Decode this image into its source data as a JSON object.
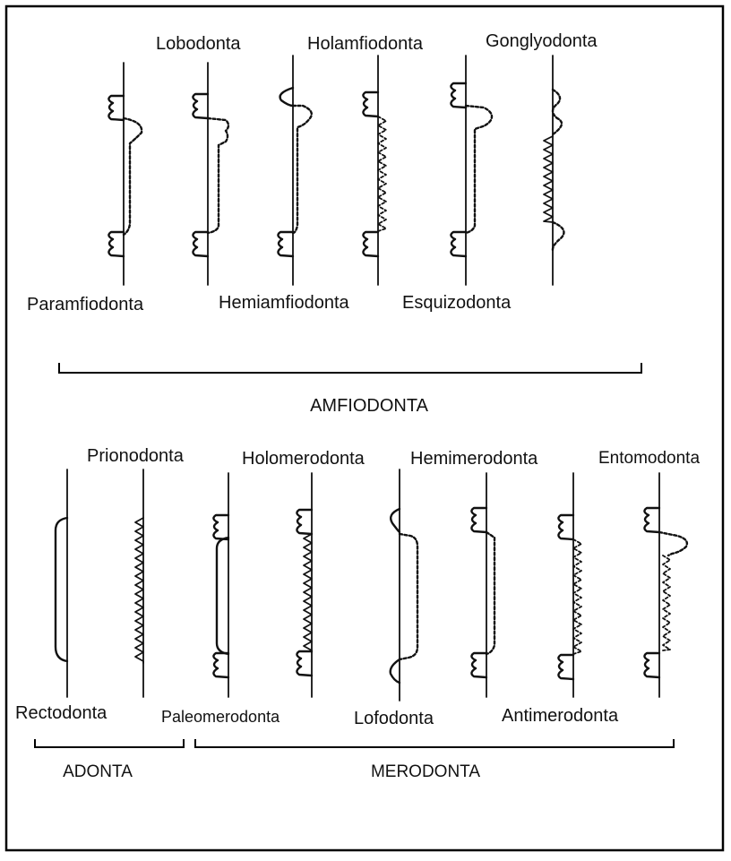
{
  "ink_color": "#111111",
  "background_color": "#ffffff",
  "amfiodonta": {
    "top_labels": [
      "Lobodonta",
      "Holamfiodonta",
      "Gonglyodonta"
    ],
    "bottom_labels": [
      "Paramfiodonta",
      "Hemiamfiodonta",
      "Esquizodonta"
    ],
    "group_label": "AMFIODONTA"
  },
  "lower": {
    "top_labels": [
      "Prionodonta",
      "Holomerodonta",
      "Hemimerodonta",
      "Entomodonta"
    ],
    "bottom_labels": [
      "Rectodonta",
      "Paleomerodonta",
      "Lofodonta",
      "Antimerodonta"
    ],
    "group_labels": [
      "ADONTA",
      "MERODONTA"
    ]
  }
}
